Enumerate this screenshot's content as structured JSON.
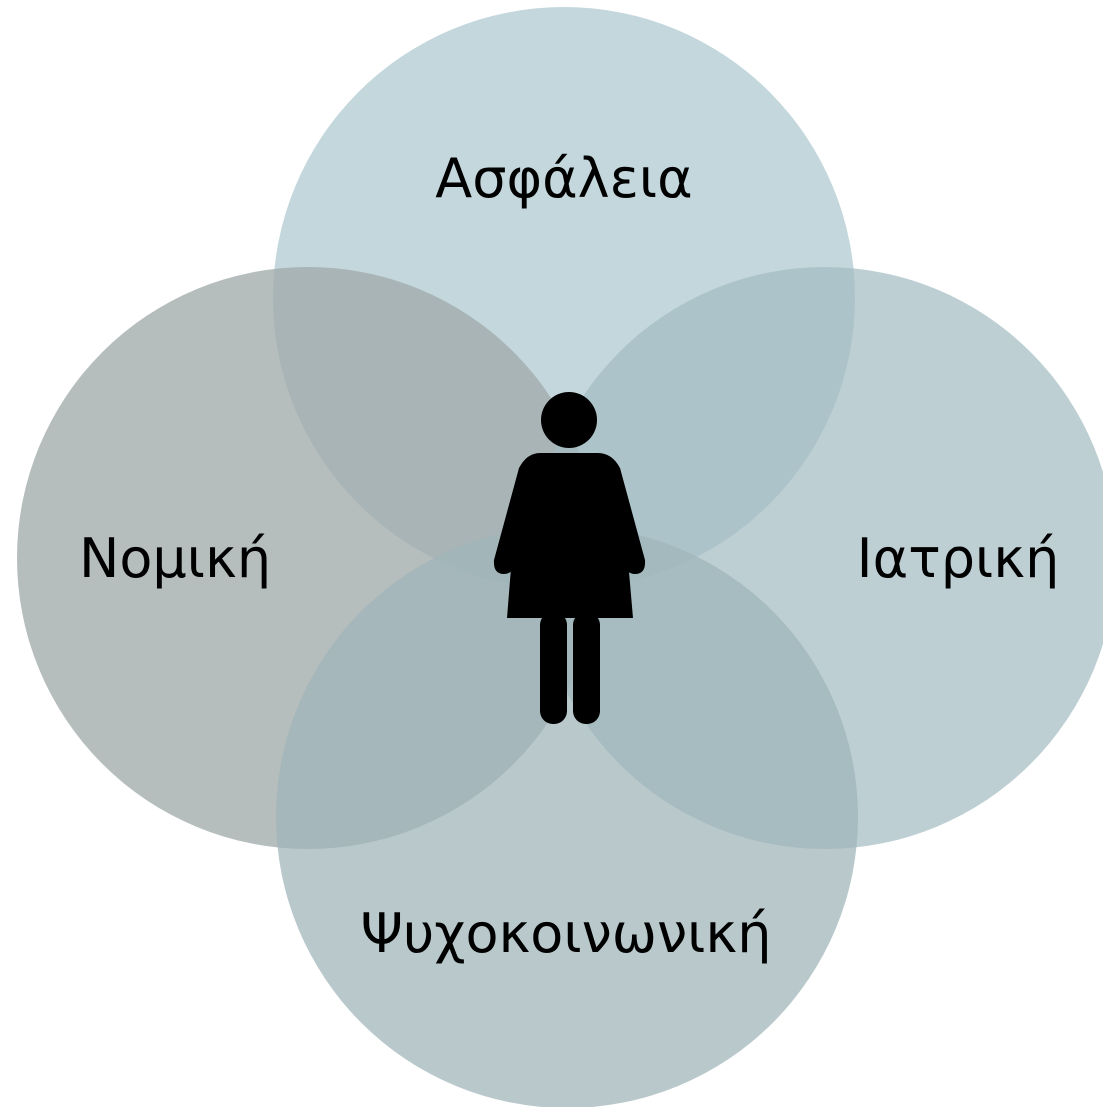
{
  "diagram": {
    "center_icon": "woman-figure-icon",
    "circles": [
      {
        "id": "asfaleia",
        "label": "Ασφάλεια",
        "color": "#a3c2ca"
      },
      {
        "id": "nomiki",
        "label": "Νομική",
        "color": "#a0aaab"
      },
      {
        "id": "iatriki",
        "label": "Ιατρική",
        "color": "#a3bcc2"
      },
      {
        "id": "psychokoinoniki",
        "label": "Ψυχοκοινωνική",
        "color": "#a0b5b9"
      }
    ]
  }
}
